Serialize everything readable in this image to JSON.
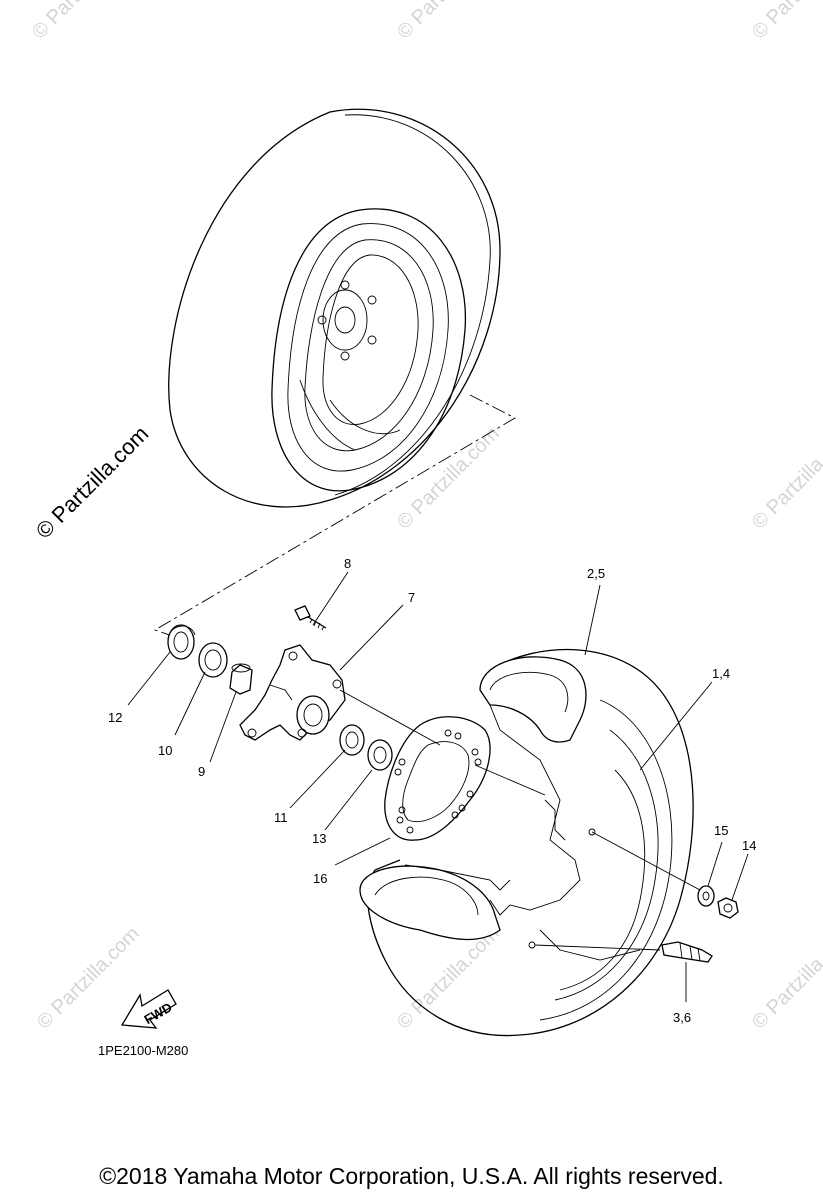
{
  "watermark": "© Partzilla.com",
  "diagram_code": "1PE2100-M280",
  "fwd_label": "FWD",
  "copyright": "©2018 Yamaha Motor Corporation, U.S.A. All rights reserved.",
  "callouts": {
    "c1_4": "1,4",
    "c2_5": "2,5",
    "c3_6": "3,6",
    "c7": "7",
    "c8": "8",
    "c9": "9",
    "c10": "10",
    "c11": "11",
    "c12": "12",
    "c13": "13",
    "c14": "14",
    "c15": "15",
    "c16": "16"
  }
}
